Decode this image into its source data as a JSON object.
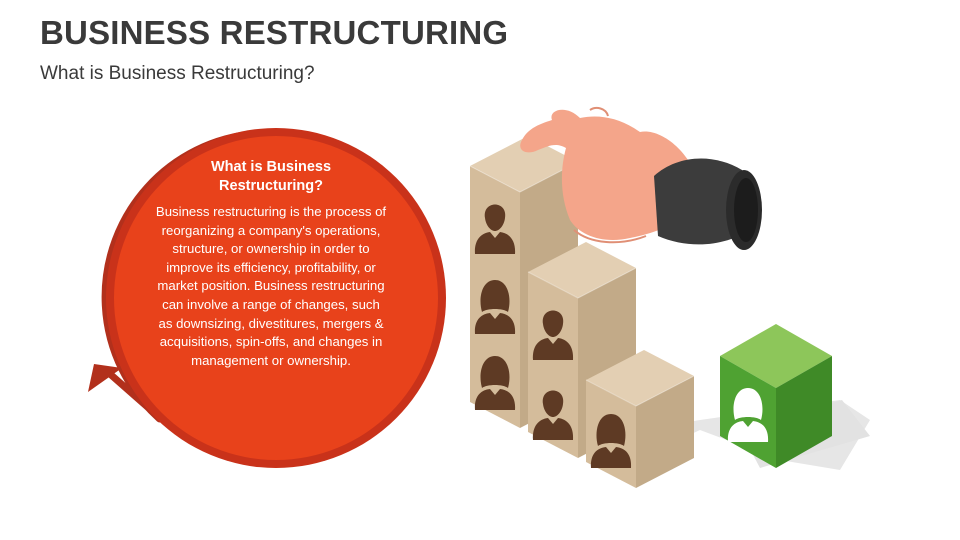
{
  "title": "BUSINESS RESTRUCTURING",
  "subtitle": "What is Business Restructuring?",
  "callout": {
    "heading": "What is Business Restructuring?",
    "body": "Business restructuring is the process of reorganizing a company's operations, structure, or ownership in order to improve its efficiency, profitability, or market position. Business restructuring can involve a range of changes, such as downsizing, divestitures, mergers & acquisitions, spin-offs, and changes in management or ownership."
  },
  "colors": {
    "circle_fill": "#e8421b",
    "circle_ring": "#c9321a",
    "arrow": "#b2301c",
    "box_top": "#e3cfb3",
    "box_left": "#d7c0a0",
    "box_right": "#c4ac8a",
    "person_icon": "#5e3a24",
    "green_front": "#4fa232",
    "green_top": "#8dc65a",
    "green_right": "#3f8a27",
    "skin": "#f4a58a",
    "sleeve": "#3c3c3c"
  },
  "icons": [
    "businessman-icon",
    "businesswoman-icon",
    "hand-icon",
    "circular-arrow-icon"
  ]
}
